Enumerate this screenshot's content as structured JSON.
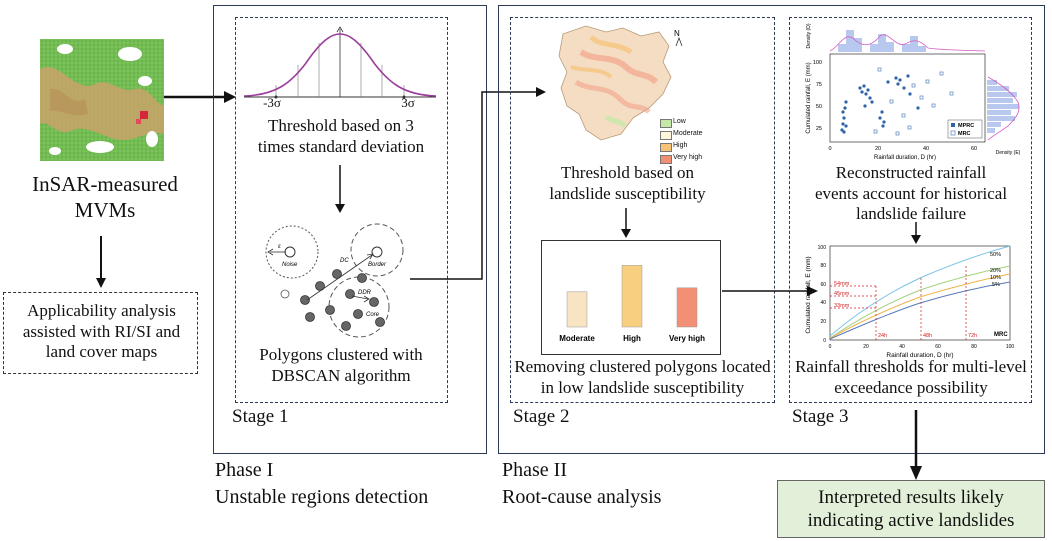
{
  "input": {
    "title_line1": "InSAR-measured",
    "title_line2": "MVMs",
    "applicability_line1": "Applicability analysis",
    "applicability_line2": "assisted with RI/SI and",
    "applicability_line3": "land cover maps"
  },
  "phase1": {
    "title": "Phase I",
    "subtitle": "Unstable regions detection",
    "stage": "Stage 1",
    "sigma_left": "-3σ",
    "sigma_right": "3σ",
    "threshold_line1": "Threshold based on 3",
    "threshold_line2": "times standard deviation",
    "dbscan_line1": "Polygons clustered with",
    "dbscan_line2": "DBSCAN algorithm",
    "dbscan_labels": {
      "eps": "ε",
      "noise": "Noise",
      "border": "Border",
      "dc": "DC",
      "ddr": "DDR",
      "core": "Core"
    }
  },
  "phase2": {
    "title": "Phase II",
    "subtitle": "Root-cause analysis",
    "stage2": "Stage 2",
    "stage3": "Stage 3",
    "map_legend": [
      "Low",
      "Moderate",
      "High",
      "Very high"
    ],
    "map_legend_colors": [
      "#c6e8a6",
      "#fdf6dd",
      "#f6c276",
      "#f18f72"
    ],
    "susceptibility_line1": "Threshold based on",
    "susceptibility_line2": "landslide susceptibility",
    "bar_chart": {
      "categories": [
        "Moderate",
        "High",
        "Very high"
      ],
      "values": [
        0.44,
        0.77,
        0.49
      ],
      "colors": [
        "#f8e3c3",
        "#f8cf80",
        "#f28f74"
      ]
    },
    "removing_line1": "Removing clustered polygons located",
    "removing_line2": "in low landslide susceptibility",
    "scatter": {
      "ylabel": "Cumulated rainfall, E (mm)",
      "xlabel": "Rainfall duration, D (hr)",
      "density_top": "Density (D)",
      "density_right": "Density (E)",
      "legend": [
        "MPRC",
        "MRC"
      ],
      "yticks": [
        "25",
        "50",
        "75",
        "100"
      ],
      "xticks": [
        "0",
        "20",
        "40",
        "60"
      ]
    },
    "reconstructed_line1": "Reconstructed rainfall",
    "reconstructed_line2": "events account for historical",
    "reconstructed_line3": "landslide failure",
    "threshold_chart": {
      "ylabel": "Cumulated rainfall, E (mm)",
      "xlabel": "Rainfall duration, D (hr)",
      "corner": "MRC",
      "curve_labels": [
        "50%",
        "20%",
        "10%",
        "5%"
      ],
      "markers_y": [
        "54mm",
        "45mm",
        "33mm"
      ],
      "markers_x": [
        "24h",
        "48h",
        "72h"
      ],
      "yticks": [
        "0",
        "20",
        "40",
        "60",
        "80",
        "100"
      ],
      "xticks": [
        "0",
        "20",
        "40",
        "60",
        "80",
        "100"
      ]
    },
    "rainfall_line1": "Rainfall thresholds for multi-level",
    "rainfall_line2": "exceedance possibility"
  },
  "result": {
    "line1": "Interpreted results likely",
    "line2": "indicating active landslides"
  },
  "colors": {
    "frame": "#2b3a57",
    "result_bg": "#e3f0d9",
    "gauss": "#9b3e9b",
    "map_green": "#8cc965",
    "map_tan": "#c9a36a"
  }
}
